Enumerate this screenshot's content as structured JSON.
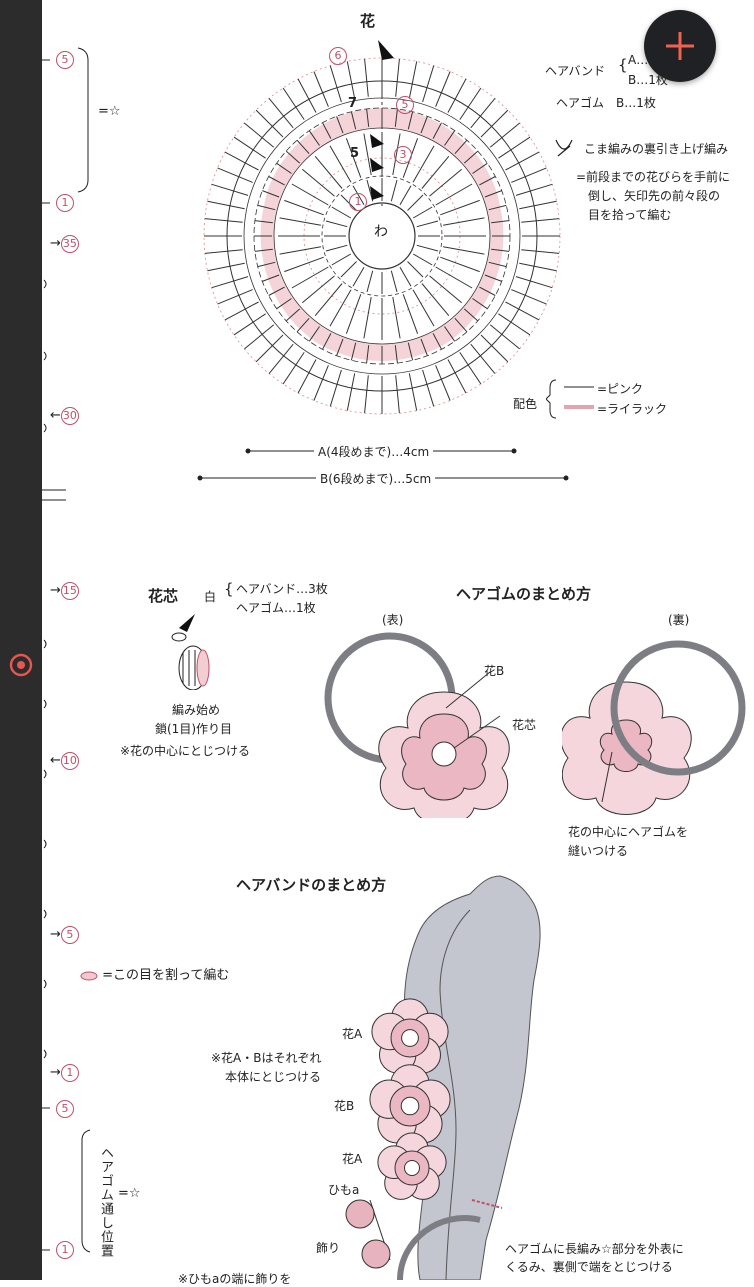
{
  "sidebar": {
    "icon": "target-icon"
  },
  "fab": {
    "icon": "plus-icon"
  },
  "left_margin": {
    "r5_top": "5",
    "star_eq": "=☆",
    "r1_top": "1",
    "r35": "35",
    "r30": "30",
    "r15": "15",
    "r10": "10",
    "r5_mid": "5",
    "split_note": "=この目を割って編む",
    "r1_mid": "1",
    "r5_bot": "5",
    "r1_bot": "1",
    "vertical_label": "ヘアゴム通し位置",
    "star_eq2": "=☆"
  },
  "flower": {
    "title": "花",
    "usage_hb_label": "ヘアバンド",
    "usage_hb_a": "A…",
    "usage_hb_b": "B…1枚",
    "usage_hg": "ヘアゴム　B…1枚",
    "symbol_note": "こま編みの裏引き上げ編み",
    "note1": "=前段までの花びらを手前に",
    "note2": "倒し、矢印先の前々段の",
    "note3": "目を拾って編む",
    "center_label": "わ",
    "row_nums": [
      "1",
      "3",
      "5",
      "6"
    ],
    "row_plain": [
      "5",
      "7"
    ],
    "color_label": "配色",
    "color_pink": "=ピンク",
    "color_lilac": "=ライラック",
    "size_a": "A(4段めまで)…4cm",
    "size_b": "B(6段めまで)…5cm"
  },
  "core": {
    "title": "花芯",
    "color": "白",
    "hb": "ヘアバンド…3枚",
    "hg": "ヘアゴム…1枚",
    "start1": "編み始め",
    "start2": "鎖(1目)作り目",
    "attach": "※花の中心にとじつける"
  },
  "hairtie": {
    "title": "ヘアゴムのまとめ方",
    "front": "(表)",
    "back": "(裏)",
    "flower_b": "花B",
    "core": "花芯",
    "sew1": "花の中心にヘアゴムを",
    "sew2": "縫いつける"
  },
  "headband": {
    "title": "ヘアバンドのまとめ方",
    "flower_a1": "花A",
    "flower_b": "花B",
    "flower_a2": "花A",
    "note1": "※花A・Bはそれぞれ",
    "note2": "本体にとじつける",
    "string": "ひもa",
    "deco": "飾り",
    "bottom1": "ヘアゴムに長編み☆部分を外表に",
    "bottom2": "くるみ、裏側で端をとじつける",
    "cut_note": "※ひもaの端に飾りを"
  }
}
